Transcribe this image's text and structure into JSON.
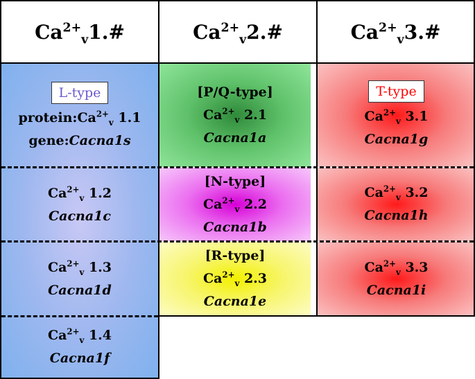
{
  "headers": [
    {
      "base": "Ca",
      "sup": "2+",
      "sub": "v",
      "tail": "1.#"
    },
    {
      "base": "Ca",
      "sup": "2+",
      "sub": "v",
      "tail": "2.#"
    },
    {
      "base": "Ca",
      "sup": "2+",
      "sub": "v",
      "tail": "3.#"
    }
  ],
  "col1": {
    "tag": "L-type",
    "cells": [
      {
        "protein_prefix": "protein:",
        "base": "Ca",
        "sup": "2+",
        "sub": "v",
        "num": "1.1",
        "gene_prefix": "gene:",
        "gene": "Cacna1s"
      },
      {
        "base": "Ca",
        "sup": "2+",
        "sub": "v",
        "num": "1.2",
        "gene": "Cacna1c"
      },
      {
        "base": "Ca",
        "sup": "2+",
        "sub": "v",
        "num": "1.3",
        "gene": "Cacna1d"
      },
      {
        "base": "Ca",
        "sup": "2+",
        "sub": "v",
        "num": "1.4",
        "gene": "Cacna1f"
      }
    ]
  },
  "col2": {
    "cells": [
      {
        "type": "[P/Q-type]",
        "base": "Ca",
        "sup": "2+",
        "sub": "v",
        "num": "2.1",
        "gene": "Cacna1a"
      },
      {
        "type": "[N-type]",
        "base": "Ca",
        "sup": "2+",
        "sub": "v",
        "num": "2.2",
        "gene": "Cacna1b"
      },
      {
        "type": "[R-type]",
        "base": "Ca",
        "sup": "2+",
        "sub": "v",
        "num": "2.3",
        "gene": "Cacna1e"
      }
    ]
  },
  "col3": {
    "tag": "T-type",
    "cells": [
      {
        "base": "Ca",
        "sup": "2+",
        "sub": "v",
        "num": "3.1",
        "gene": "Cacna1g"
      },
      {
        "base": "Ca",
        "sup": "2+",
        "sub": "v",
        "num": "3.2",
        "gene": "Cacna1h"
      },
      {
        "base": "Ca",
        "sup": "2+",
        "sub": "v",
        "num": "3.3",
        "gene": "Cacna1i"
      }
    ]
  },
  "colors": {
    "l_type_tag": "#6a5acd",
    "t_type_tag": "#ff0000"
  }
}
